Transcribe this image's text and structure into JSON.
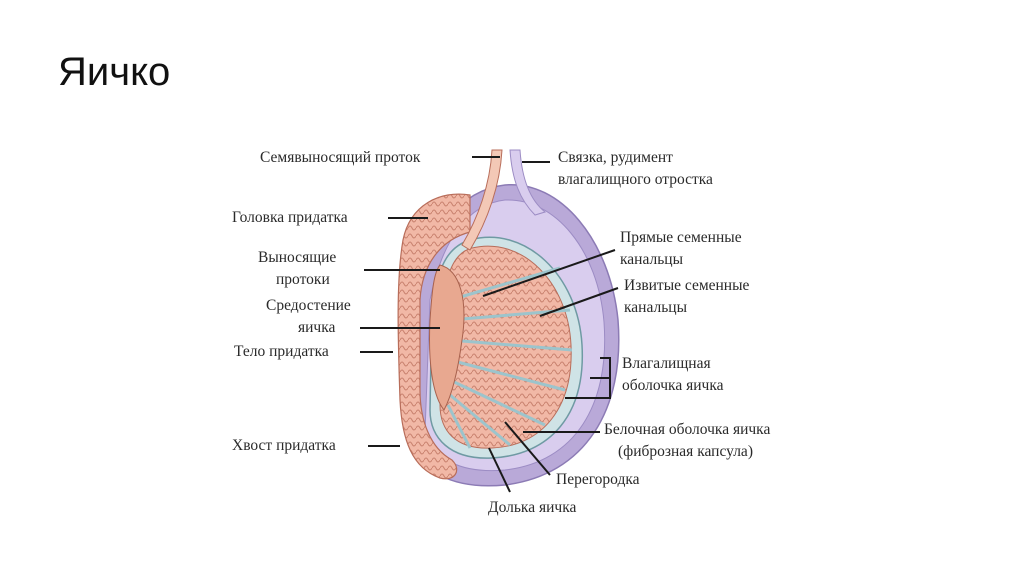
{
  "title": "Яичко",
  "labels": {
    "vas_deferens": "Семявыносящий проток",
    "ligament_line1": "Связка, рудимент",
    "ligament_line2": "влагалищного отростка",
    "epididymis_head": "Головка придатка",
    "efferent_line1": "Выносящие",
    "efferent_line2": "протоки",
    "straight_line1": "Прямые семенные",
    "straight_line2": "канальцы",
    "convoluted_line1": "Извитые семенные",
    "convoluted_line2": "канальцы",
    "mediastinum_line1": "Средостение",
    "mediastinum_line2": "яичка",
    "epididymis_body": "Тело придатка",
    "vaginalis_line1": "Влагалищная",
    "vaginalis_line2": "оболочка яичка",
    "albuginea_line1": "Белочная оболочка яичка",
    "albuginea_line2": "(фиброзная капсула)",
    "epididymis_tail": "Хвост придатка",
    "septum": "Перегородка",
    "lobule": "Долька яичка"
  },
  "colors": {
    "vaginalis": "#b9a9d8",
    "albuginea": "#cfe3e6",
    "tubules": "#f1b8a6",
    "tubule_lines": "#c9826f",
    "leader": "#1a1a1a"
  }
}
